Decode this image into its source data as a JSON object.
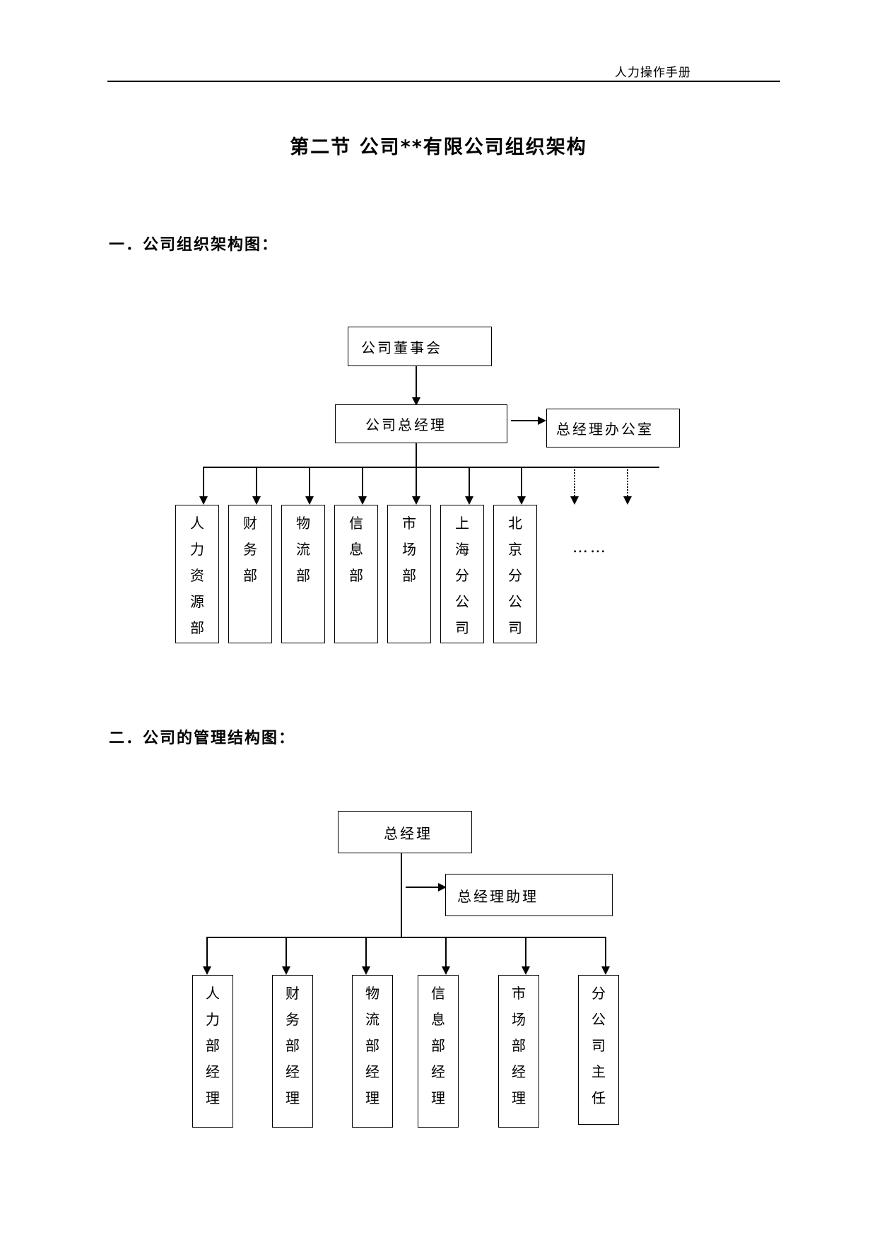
{
  "header": {
    "title": "人力操作手册"
  },
  "doc": {
    "title": "第二节 公司**有限公司组织架构"
  },
  "section1": {
    "heading": "一．公司组织架构图：",
    "board": "公司董事会",
    "gm": "公司总经理",
    "gm_office": "总经理办公室",
    "departments": [
      [
        "人",
        "力",
        "资",
        "源",
        "部"
      ],
      [
        "财",
        "务",
        "部"
      ],
      [
        "物",
        "流",
        "部"
      ],
      [
        "信",
        "息",
        "部"
      ],
      [
        "市",
        "场",
        "部"
      ],
      [
        "上",
        "海",
        "分",
        "公",
        "司"
      ],
      [
        "北",
        "京",
        "分",
        "公",
        "司"
      ]
    ],
    "more": "……"
  },
  "section2": {
    "heading": "二．公司的管理结构图：",
    "gm": "总经理",
    "assistant": "总经理助理",
    "managers": [
      [
        "人",
        "力",
        "部",
        "经",
        "理"
      ],
      [
        "财",
        "务",
        "部",
        "经",
        "理"
      ],
      [
        "物",
        "流",
        "部",
        "经",
        "理"
      ],
      [
        "信",
        "息",
        "部",
        "经",
        "理"
      ],
      [
        "市",
        "场",
        "部",
        "经",
        "理"
      ],
      [
        "分",
        "公",
        "司",
        "主",
        "任"
      ]
    ]
  }
}
